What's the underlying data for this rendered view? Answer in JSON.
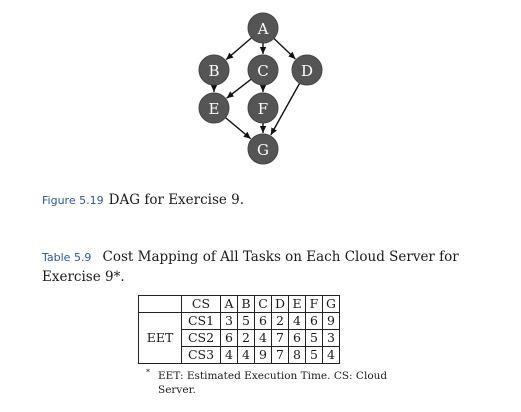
{
  "dag": {
    "nodes": [
      "A",
      "B",
      "C",
      "D",
      "E",
      "F",
      "G"
    ],
    "edges": [
      [
        "A",
        "B"
      ],
      [
        "A",
        "C"
      ],
      [
        "A",
        "D"
      ],
      [
        "B",
        "E"
      ],
      [
        "C",
        "E"
      ],
      [
        "C",
        "F"
      ],
      [
        "D",
        "G"
      ],
      [
        "E",
        "G"
      ],
      [
        "F",
        "G"
      ]
    ]
  },
  "figure_caption": {
    "label": "Figure 5.19",
    "text": "DAG for Exercise 9."
  },
  "table_caption": {
    "label": "Table 5.9",
    "text": "Cost Mapping of All Tasks on Each Cloud Server for Exercise 9*."
  },
  "table": {
    "header": [
      "CS",
      "A",
      "B",
      "C",
      "D",
      "E",
      "F",
      "G"
    ],
    "group_label": "EET",
    "rows": [
      {
        "server": "CS1",
        "values": [
          "3",
          "5",
          "6",
          "2",
          "4",
          "6",
          "9"
        ]
      },
      {
        "server": "CS2",
        "values": [
          "6",
          "2",
          "4",
          "7",
          "6",
          "5",
          "3"
        ]
      },
      {
        "server": "CS3",
        "values": [
          "4",
          "4",
          "9",
          "7",
          "8",
          "5",
          "4"
        ]
      }
    ]
  },
  "table_note": {
    "marker": "*",
    "text": "EET: Estimated Execution Time. CS: Cloud Server."
  },
  "colors": {
    "node_fill": "#555555",
    "caption_label": "#2a55a8"
  }
}
